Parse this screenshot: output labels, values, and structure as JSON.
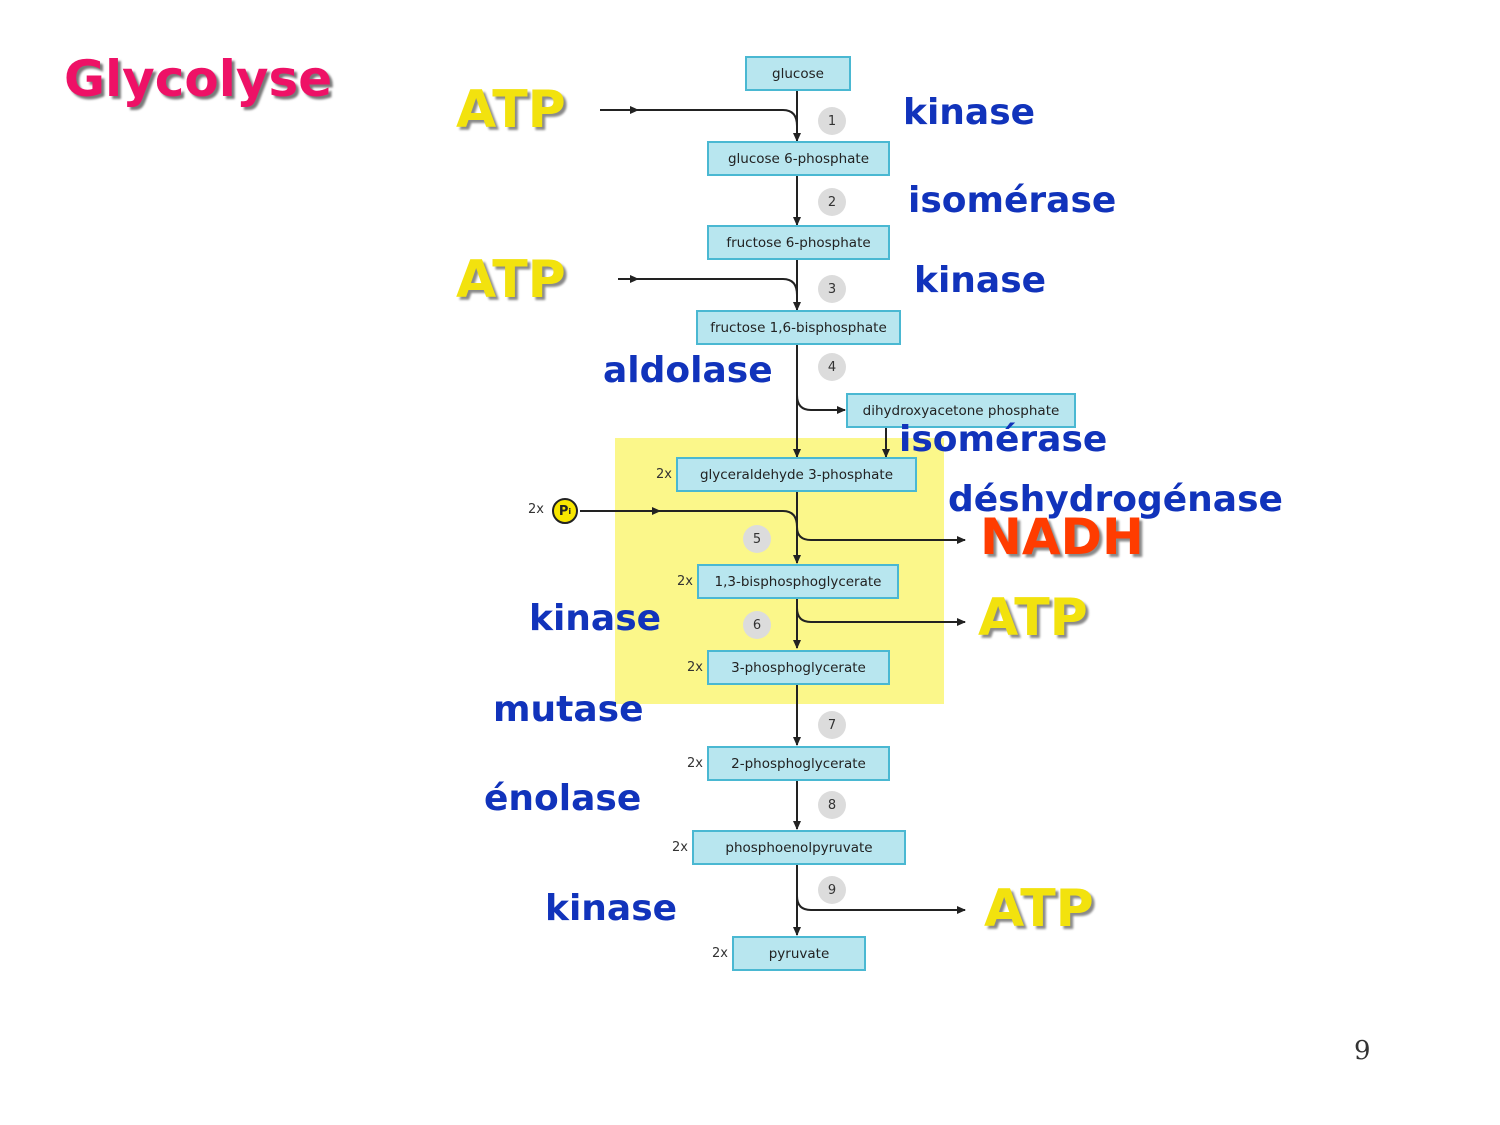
{
  "title": "Glycolyse",
  "page_number": "9",
  "multiplier": "2x",
  "phosphate_label": "P",
  "compounds": {
    "glucose": "glucose",
    "g6p": "glucose 6-phosphate",
    "f6p": "fructose 6-phosphate",
    "f16bp": "fructose 1,6-bisphosphate",
    "dhap": "dihydroxyacetone phosphate",
    "g3p": "glyceraldehyde 3-phosphate",
    "bpg13": "1,3-bisphosphoglycerate",
    "pg3": "3-phosphoglycerate",
    "pg2": "2-phosphoglycerate",
    "pep": "phosphoenolpyruvate",
    "pyruvate": "pyruvate"
  },
  "steps": [
    "1",
    "2",
    "3",
    "4",
    "5",
    "6",
    "7",
    "8",
    "9"
  ],
  "enzymes": {
    "e1": "kinase",
    "e2": "isomérase",
    "e3": "kinase",
    "e4": "aldolase",
    "e_tpi": "isomérase",
    "e5": "déshydrogénase",
    "e6": "kinase",
    "e7": "mutase",
    "e8": "énolase",
    "e9": "kinase"
  },
  "cofactors": {
    "atp_in_1": "ATP",
    "atp_in_3": "ATP",
    "nadh_out_5": "NADH",
    "atp_out_6": "ATP",
    "atp_out_9": "ATP"
  },
  "colors": {
    "title": "#ee1166",
    "atp": "#f2e20e",
    "nadh": "#ff3c00",
    "enzyme": "#1133bb",
    "box_fill": "#b8e6ef",
    "box_border": "#4ab8d2",
    "highlight": "#fbf78a"
  }
}
